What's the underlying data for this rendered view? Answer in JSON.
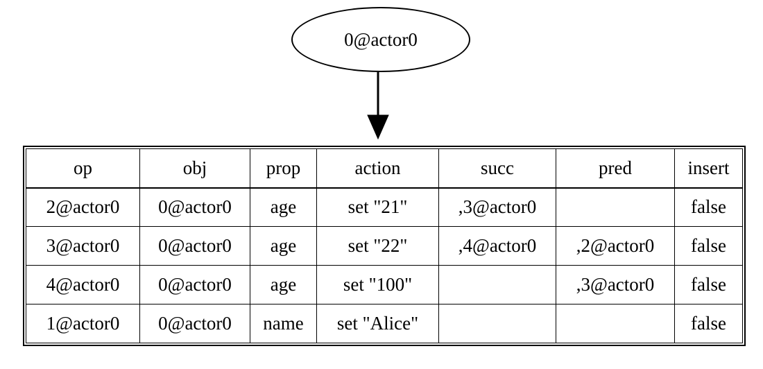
{
  "graph": {
    "node": {
      "id": "node-0",
      "label": "0@actor0",
      "shape": "ellipse"
    },
    "edge": {
      "from": "0@actor0",
      "to": "op-table",
      "arrowhead": "normal"
    }
  },
  "table": {
    "name": "op-table",
    "columns": [
      "op",
      "obj",
      "prop",
      "action",
      "succ",
      "pred",
      "insert"
    ],
    "rows": [
      {
        "op": "2@actor0",
        "obj": "0@actor0",
        "prop": "age",
        "action": "set \"21\"",
        "succ": ",3@actor0",
        "pred": "",
        "insert": "false"
      },
      {
        "op": "3@actor0",
        "obj": "0@actor0",
        "prop": "age",
        "action": "set \"22\"",
        "succ": ",4@actor0",
        "pred": ",2@actor0",
        "insert": "false"
      },
      {
        "op": "4@actor0",
        "obj": "0@actor0",
        "prop": "age",
        "action": "set \"100\"",
        "succ": "",
        "pred": ",3@actor0",
        "insert": "false"
      },
      {
        "op": "1@actor0",
        "obj": "0@actor0",
        "prop": "name",
        "action": "set \"Alice\"",
        "succ": "",
        "pred": "",
        "insert": "false"
      }
    ]
  },
  "colors": {
    "stroke": "#000000",
    "background": "#ffffff",
    "text": "#000000"
  }
}
